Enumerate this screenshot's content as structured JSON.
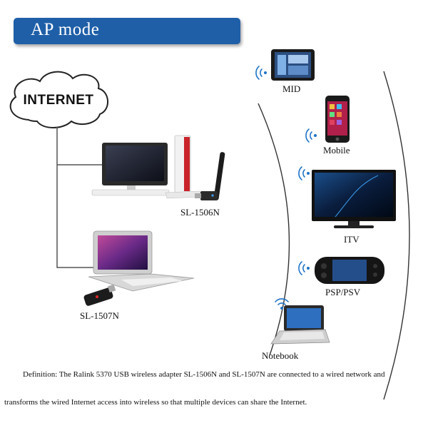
{
  "banner": {
    "title": "AP mode"
  },
  "cloud": {
    "label": "INTERNET"
  },
  "adapters": {
    "sl1506n": "SL-1506N",
    "sl1507n": "SL-1507N"
  },
  "devices": {
    "mid": "MID",
    "mobile": "Mobile",
    "itv": "ITV",
    "psp": "PSP/PSV",
    "notebook": "Notebook"
  },
  "definition": {
    "line1": "Definition:  The Ralink 5370 USB wireless adapter SL-1506N and SL-1507N are connected to a wired  network and",
    "line2": "transforms the wired Internet access into wireless so that multiple devices can share the Internet."
  },
  "colors": {
    "banner": "#1f5fa8",
    "signal": "#1e73c8"
  }
}
